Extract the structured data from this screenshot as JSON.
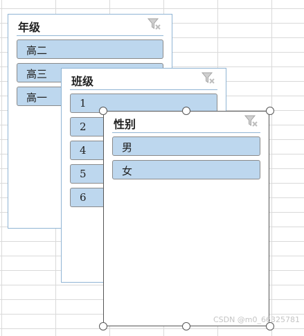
{
  "slicers": {
    "grade": {
      "title": "年级",
      "items": [
        "高二",
        "高三",
        "高一"
      ]
    },
    "class": {
      "title": "班级",
      "items": [
        "1",
        "2",
        "4",
        "5",
        "6"
      ]
    },
    "gender": {
      "title": "性别",
      "items": [
        "男",
        "女"
      ]
    }
  },
  "watermark": "CSDN @m0_66325781",
  "colors": {
    "item_fill": "#bdd7ee",
    "slicer_border": "#8fb4d4",
    "gridline": "#d9d9d9"
  },
  "icons": {
    "clear_filter": "clear-filter-icon",
    "resize_handle": "resize-handle"
  }
}
